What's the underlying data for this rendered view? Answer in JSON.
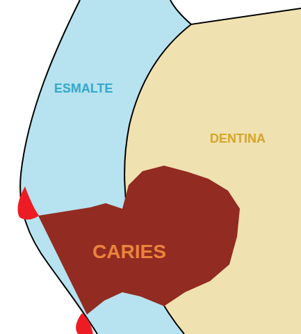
{
  "diagram": {
    "labels": [
      "ESMALTE",
      "DENTINA",
      "CARIES"
    ]
  }
}
